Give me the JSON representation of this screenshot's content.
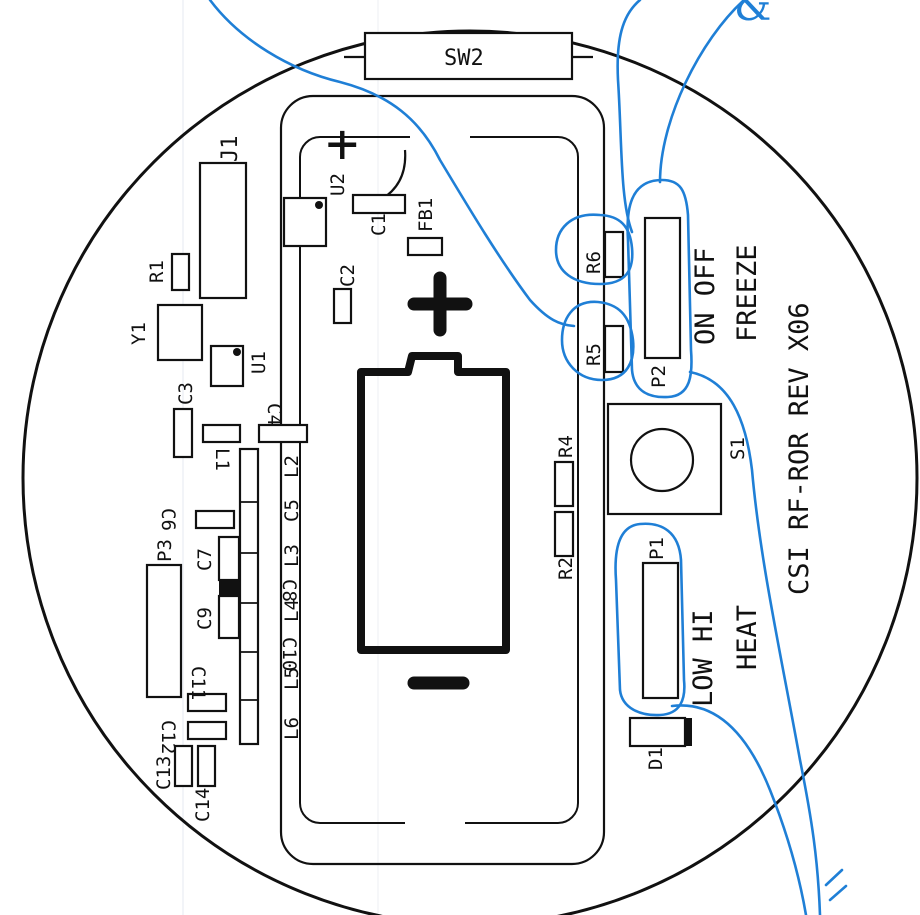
{
  "board": {
    "marking": "CSI RF-ROR REV X06",
    "polarity_plus": "+",
    "polarity_minus": "-",
    "switch_sw2": "SW2",
    "switch_s1": "S1"
  },
  "components": {
    "J1": "J1",
    "R1": "R1",
    "Y1": "Y1",
    "U1": "U1",
    "U2": "U2",
    "C1": "C1",
    "C2": "C2",
    "C3": "C3",
    "C4": "C4",
    "C5": "C5",
    "C6": "C6",
    "C7": "C7",
    "C8": "C8",
    "C9": "C9",
    "C10": "C10",
    "C11": "C11",
    "C12": "C12",
    "C13": "C13",
    "C14": "C14",
    "FB1": "FB1",
    "L1": "L1",
    "L2": "L2",
    "L3": "L3",
    "L4": "L4",
    "L5": "L5",
    "L6": "L6",
    "P1": "P1",
    "P2": "P2",
    "P3": "P3",
    "R2": "R2",
    "R4": "R4",
    "R5": "R5",
    "R6": "R6",
    "D1": "D1"
  },
  "jumpers": {
    "p2_left": "ON OFF",
    "p2_right": "FREEZE",
    "p1_left": "LOW HI",
    "p1_right": "HEAT"
  },
  "handwriting": {
    "corner_mark": "&"
  },
  "colors": {
    "ink": "#1f7fd6",
    "silkscreen": "#111111",
    "background": "#ffffff"
  }
}
